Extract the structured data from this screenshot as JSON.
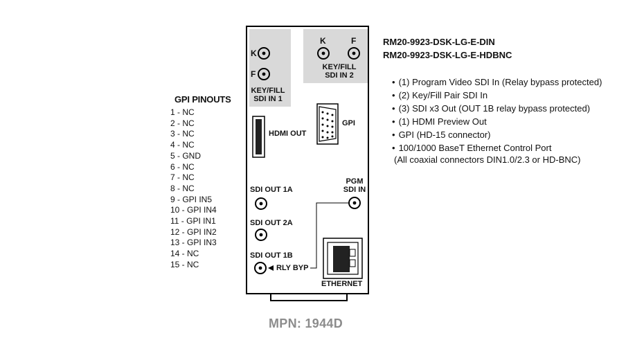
{
  "gpi": {
    "title": "GPI PINOUTS",
    "pins": [
      "1 - NC",
      "2 - NC",
      "3 - NC",
      "4 - NC",
      "5 - GND",
      "6 - NC",
      "7 - NC",
      "8 - NC",
      "9 - GPI IN5",
      "10 - GPI IN4",
      "11 - GPI IN1",
      "12 - GPI IN2",
      "13 - GPI IN3",
      "14 - NC",
      "15 - NC"
    ]
  },
  "models": [
    "RM20-9923-DSK-LG-E-DIN",
    "RM20-9923-DSK-LG-E-HDBNC"
  ],
  "features": [
    "(1) Program Video SDI In (Relay bypass protected)",
    "(2) Key/Fill Pair SDI In",
    "(3) SDI x3 Out (OUT 1B relay bypass protected)",
    "(1) HDMI Preview Out",
    "GPI (HD-15 connector)",
    "100/1000 BaseT Ethernet Control Port"
  ],
  "note": "(All coaxial connectors DIN1.0/2.3 or HD-BNC)",
  "panel": {
    "key1": "K",
    "fill1": "F",
    "keyfill1_line1": "KEY/FILL",
    "keyfill1_line2": "SDI IN 1",
    "key2": "K",
    "fill2": "F",
    "keyfill2_line1": "KEY/FILL",
    "keyfill2_line2": "SDI IN 2",
    "hdmi": "HDMI OUT",
    "gpi": "GPI",
    "pgm_line1": "PGM",
    "pgm_line2": "SDI IN",
    "sdi1a": "SDI OUT 1A",
    "sdi2a": "SDI OUT 2A",
    "sdi1b": "SDI OUT 1B",
    "rly": "RLY BYP",
    "ethernet": "ETHERNET"
  },
  "mpn": "MPN: 1944D"
}
